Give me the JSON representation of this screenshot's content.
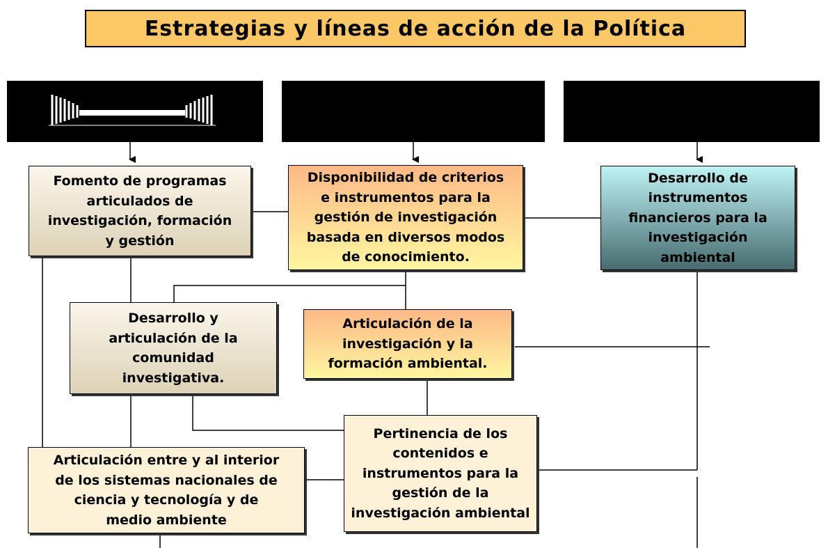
{
  "title": "Estrategias y líneas de acción de la Política",
  "nodes": {
    "fomento": "Fomento de programas\narticulados de\ninvestigación, formación\ny  gestión",
    "disponibilidad": "Disponibilidad de criterios\ne instrumentos para la\ngestión de investigación\nbasada en diversos modos\nde conocimiento.",
    "desarrollo_instrumentos": "Desarrollo de\ninstrumentos\nfinancieros para la\ninvestigación\nambiental",
    "desarrollo_comunidad": "Desarrollo y\narticulación de la\ncomunidad\ninvestigativa.",
    "articulacion_formacion": "Articulación de la\ninvestigación y la\nformación ambiental.",
    "articulacion_sistemas": "Articulación entre y al interior\nde los sistemas nacionales de\nciencia y tecnología y de\nmedio ambiente",
    "pertinencia": "Pertinencia de los\ncontenidos e\ninstrumentos para la\ngestión de la\ninvestigación ambiental"
  },
  "colors": {
    "title_bg": "#fcc766",
    "beige": "#ddd2b6",
    "peach": "#fdb986",
    "yellow": "#fff6a0",
    "teal_dark": "#476c70",
    "teal_light": "#bff3f4",
    "light": "#fdf1d8"
  }
}
